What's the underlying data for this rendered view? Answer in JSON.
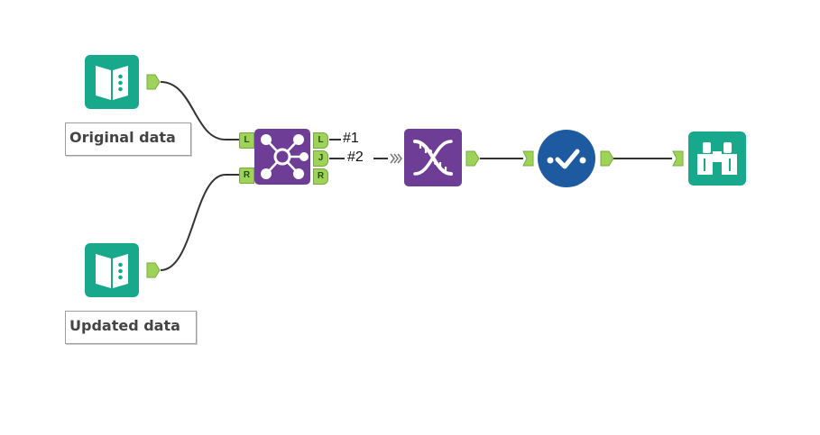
{
  "canvas": {
    "annotations": {
      "original": "Original data",
      "updated": "Updated data"
    },
    "join_outputs": {
      "left_anchor": "L",
      "join_anchor": "J",
      "right_anchor": "R",
      "conn1_label": "#1",
      "conn2_label": "#2"
    },
    "join_inputs": {
      "left_anchor": "L",
      "right_anchor": "R"
    },
    "icons": {
      "input1": "book-input-icon",
      "input2": "book-input-icon",
      "join": "join-network-icon",
      "transform": "dna-icon",
      "test": "checkmark-circle-icon",
      "browse": "binoculars-icon"
    },
    "colors": {
      "teal": "#18a88c",
      "purple": "#6e3e96",
      "blue": "#1e5aa0",
      "anchor": "#9ed35a"
    }
  }
}
